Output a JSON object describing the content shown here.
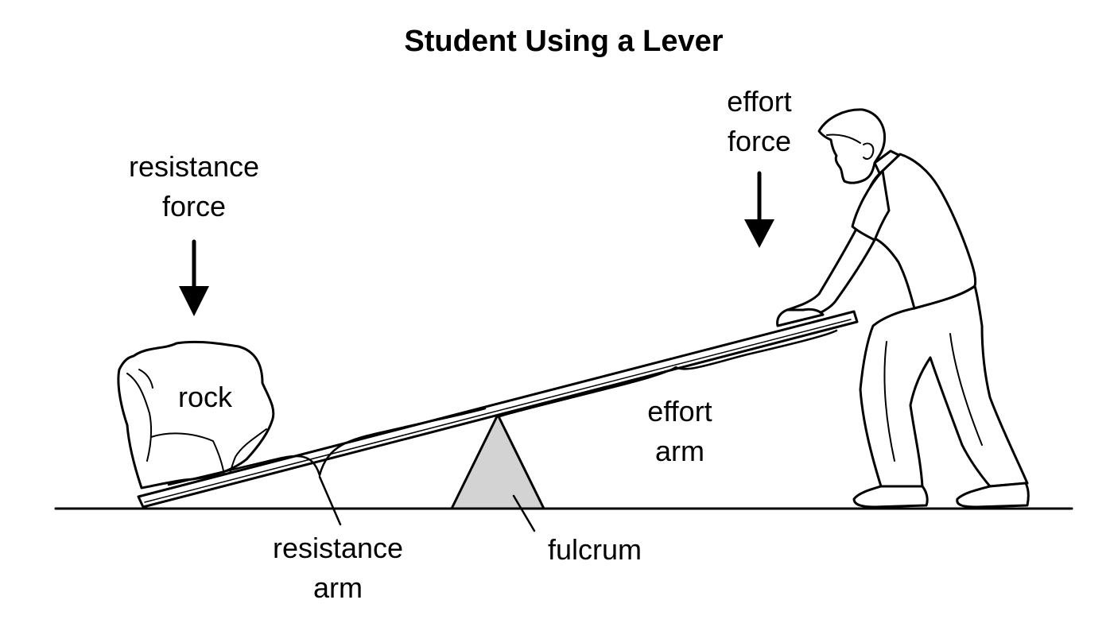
{
  "title": "Student Using a Lever",
  "labels": {
    "effort_force": [
      "effort",
      "force"
    ],
    "resistance_force": [
      "resistance",
      "force"
    ],
    "rock": "rock",
    "effort_arm": [
      "effort",
      "arm"
    ],
    "resistance_arm": [
      "resistance",
      "arm"
    ],
    "fulcrum": "fulcrum"
  },
  "colors": {
    "line": "#000000",
    "fulcrum_fill": "#d3d3d3",
    "background": "#ffffff"
  }
}
